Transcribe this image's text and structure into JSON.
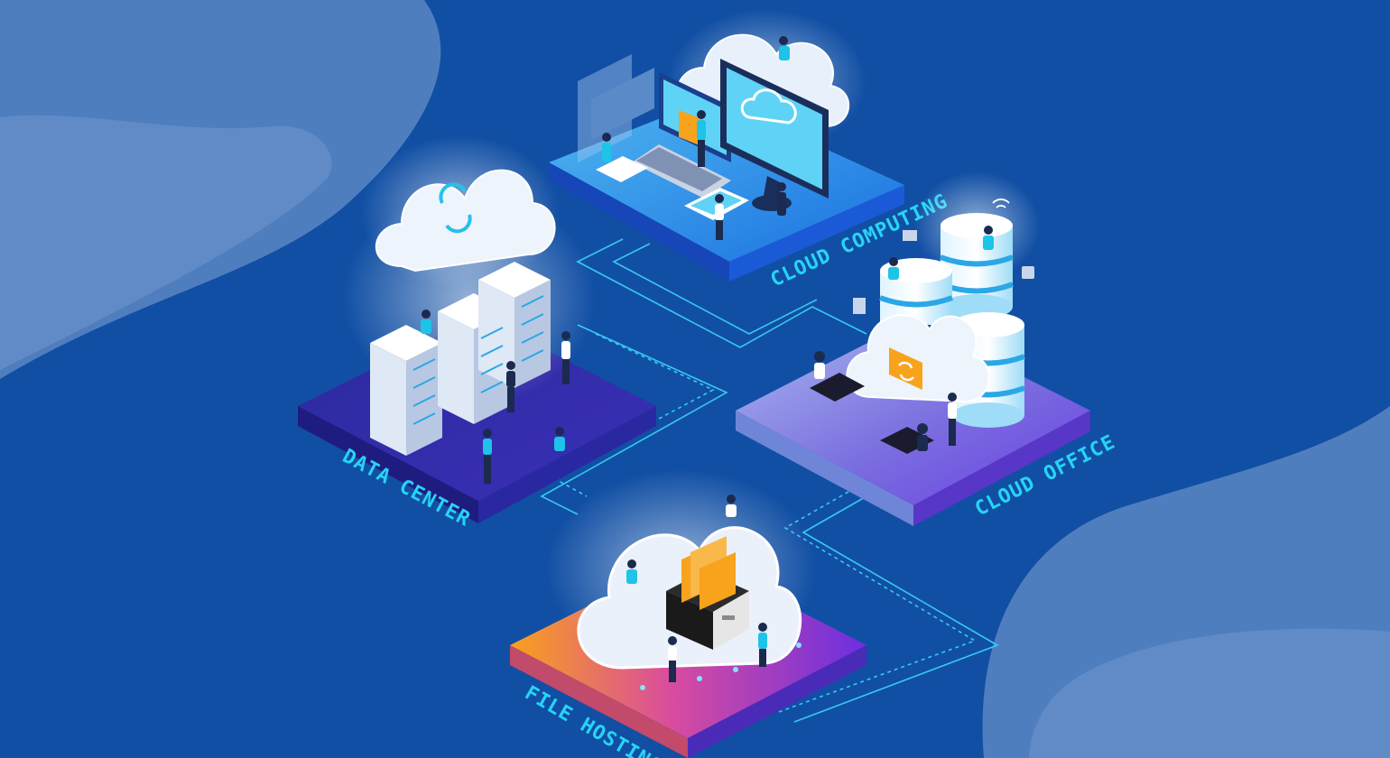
{
  "colors": {
    "background": "#114fa4",
    "blob": "#5b86c4",
    "label": "#27d4f5",
    "connector": "#37c9ef",
    "folder": "#f7a31c",
    "screen": "#5fd3f5"
  },
  "platforms": {
    "cloud_computing": {
      "label": "CLOUD COMPUTING"
    },
    "data_center": {
      "label": "DATA CENTER"
    },
    "cloud_office": {
      "label": "CLOUD OFFICE"
    },
    "file_hosting": {
      "label": "FILE HOSTING"
    }
  },
  "icons": [
    "cloud-sync-icon",
    "folder-sync-icon",
    "wifi-icon",
    "lock-icon",
    "document-icon",
    "server-rack-icon",
    "database-icon",
    "file-cabinet-icon",
    "laptop-icon",
    "monitor-icon",
    "smartphone-icon",
    "person-icon"
  ]
}
